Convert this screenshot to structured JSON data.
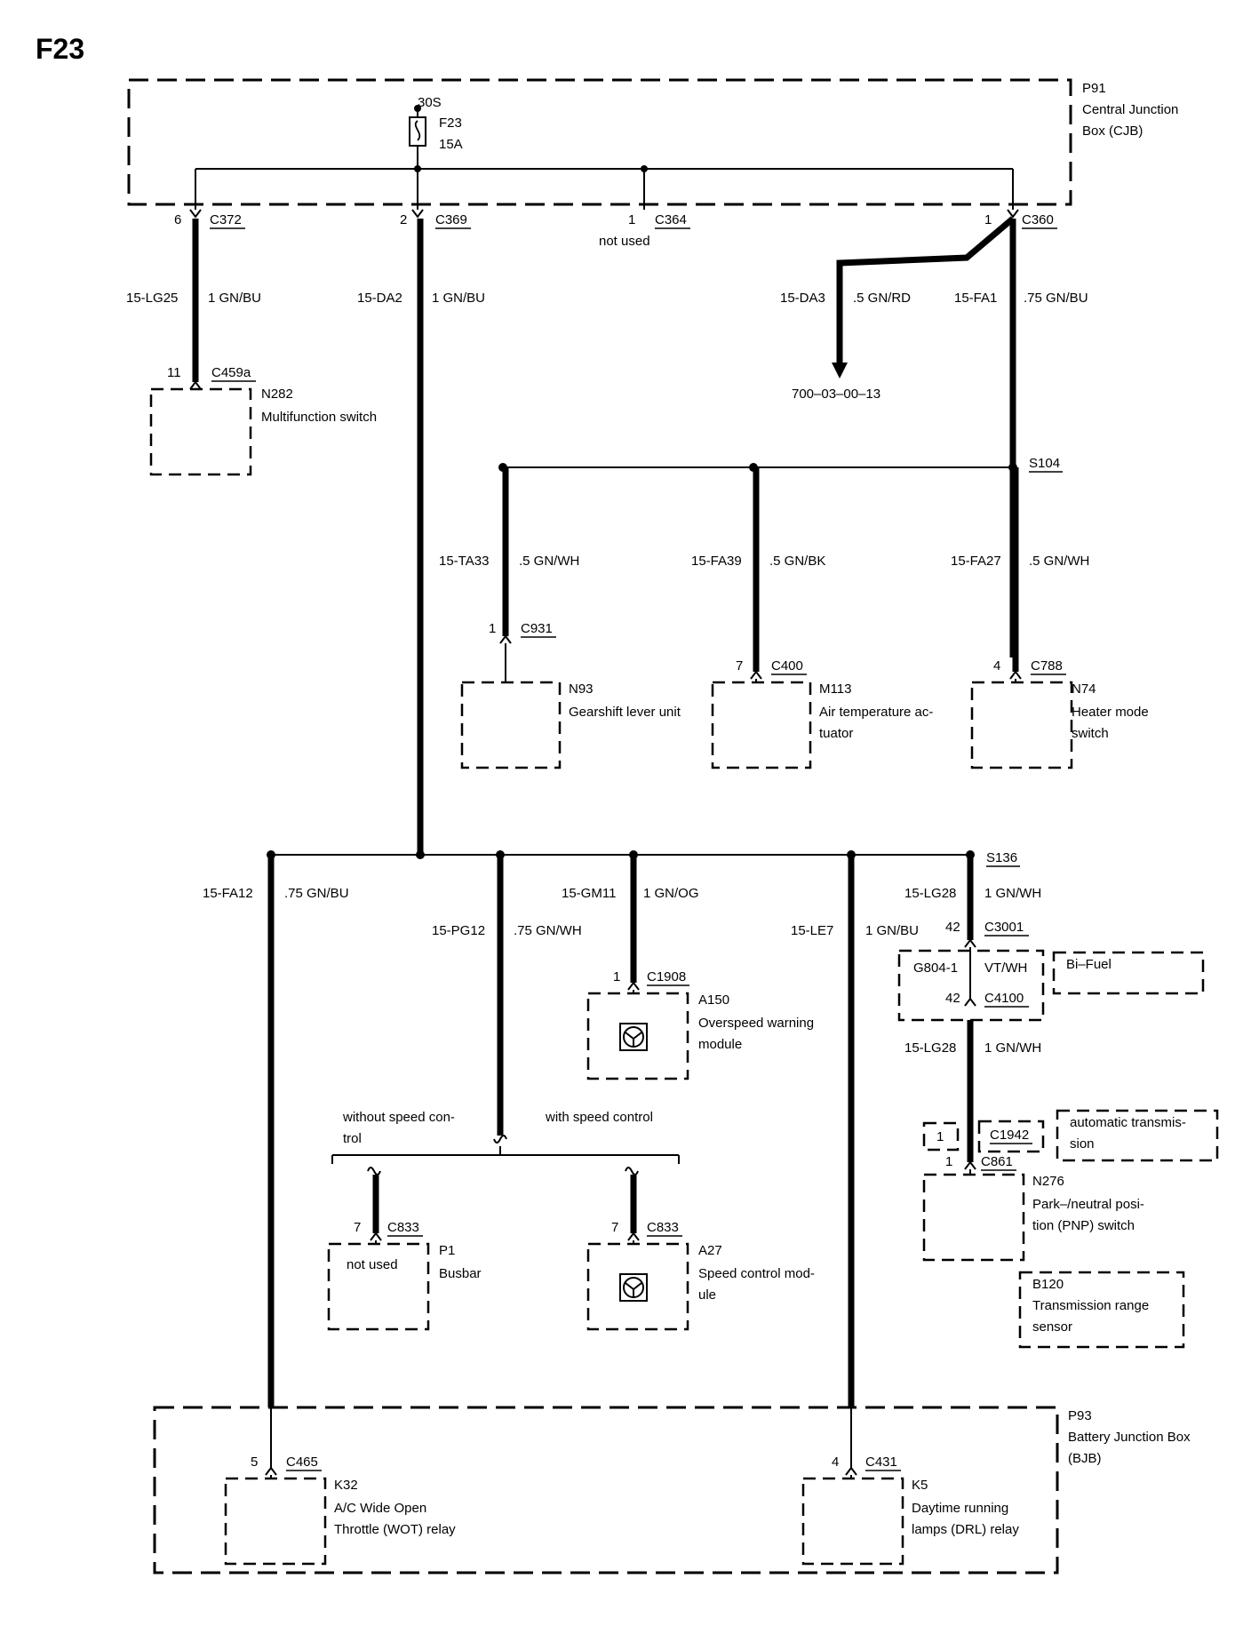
{
  "page_id": "F23",
  "fuse": {
    "supply": "30S",
    "id": "F23",
    "rating": "15A"
  },
  "cjb": {
    "id": "P91",
    "name_line1": "Central Junction",
    "name_line2": "Box (CJB)"
  },
  "bjb": {
    "id": "P93",
    "name_line1": "Battery Junction Box",
    "name_line2": "(BJB)"
  },
  "connectors": {
    "c372": {
      "pin": "6",
      "name": "C372"
    },
    "c369": {
      "pin": "2",
      "name": "C369"
    },
    "c364": {
      "pin": "1",
      "name": "C364",
      "note": "not used"
    },
    "c360": {
      "pin": "1",
      "name": "C360"
    },
    "c459a": {
      "pin": "11",
      "name": "C459a"
    },
    "c931": {
      "pin": "1",
      "name": "C931"
    },
    "c400": {
      "pin": "7",
      "name": "C400"
    },
    "c788": {
      "pin": "4",
      "name": "C788"
    },
    "c1908": {
      "pin": "1",
      "name": "C1908"
    },
    "c3001": {
      "pin": "42",
      "name": "C3001"
    },
    "c4100": {
      "pin": "42",
      "name": "C4100"
    },
    "c1942": {
      "pin": "1",
      "name": "C1942"
    },
    "c861": {
      "pin": "1",
      "name": "C861"
    },
    "c833a": {
      "pin": "7",
      "name": "C833"
    },
    "c833b": {
      "pin": "7",
      "name": "C833"
    },
    "c465": {
      "pin": "5",
      "name": "C465"
    },
    "c431": {
      "pin": "4",
      "name": "C431"
    }
  },
  "wires": {
    "lg25": {
      "circuit": "15-LG25",
      "spec": "1 GN/BU"
    },
    "da2": {
      "circuit": "15-DA2",
      "spec": "1 GN/BU"
    },
    "da3": {
      "circuit": "15-DA3",
      "spec": ".5 GN/RD"
    },
    "fa1": {
      "circuit": "15-FA1",
      "spec": ".75 GN/BU"
    },
    "ta33": {
      "circuit": "15-TA33",
      "spec": ".5 GN/WH"
    },
    "fa39": {
      "circuit": "15-FA39",
      "spec": ".5 GN/BK"
    },
    "fa27": {
      "circuit": "15-FA27",
      "spec": ".5 GN/WH"
    },
    "fa12": {
      "circuit": "15-FA12",
      "spec": ".75 GN/BU"
    },
    "pg12": {
      "circuit": "15-PG12",
      "spec": ".75 GN/WH"
    },
    "gm11": {
      "circuit": "15-GM11",
      "spec": "1 GN/OG"
    },
    "le7": {
      "circuit": "15-LE7",
      "spec": "1 GN/BU"
    },
    "lg28a": {
      "circuit": "15-LG28",
      "spec": "1 GN/WH"
    },
    "lg28b": {
      "circuit": "15-LG28",
      "spec": "1 GN/WH"
    }
  },
  "reference": "700–03–00–13",
  "splices": {
    "s104": "S104",
    "s136": "S136"
  },
  "components": {
    "n282": {
      "id": "N282",
      "line1": "Multifunction switch"
    },
    "n93": {
      "id": "N93",
      "line1": "Gearshift lever unit"
    },
    "m113": {
      "id": "M113",
      "line1": "Air temperature ac-",
      "line2": "tuator"
    },
    "n74": {
      "id": "N74",
      "line1": "Heater mode",
      "line2": "switch"
    },
    "a150": {
      "id": "A150",
      "line1": "Overspeed warning",
      "line2": "module"
    },
    "g804": {
      "id": "G804-1",
      "color": "VT/WH"
    },
    "bifuel": {
      "label": "Bi–Fuel"
    },
    "auto_trans": {
      "line1": "automatic transmis-",
      "line2": "sion"
    },
    "n276": {
      "id": "N276",
      "line1": "Park–/neutral posi-",
      "line2": "tion (PNP) switch"
    },
    "b120": {
      "id": "B120",
      "line1": "Transmission range",
      "line2": "sensor"
    },
    "p1": {
      "id": "P1",
      "line1": "Busbar",
      "inner": "not used"
    },
    "a27": {
      "id": "A27",
      "line1": "Speed control mod-",
      "line2": "ule"
    },
    "k32": {
      "id": "K32",
      "line1": "A/C Wide Open",
      "line2": "Throttle (WOT) relay"
    },
    "k5": {
      "id": "K5",
      "line1": "Daytime running",
      "line2": "lamps (DRL) relay"
    }
  },
  "options": {
    "without_line1": "without speed con-",
    "without_line2": "trol",
    "with": "with speed control"
  }
}
